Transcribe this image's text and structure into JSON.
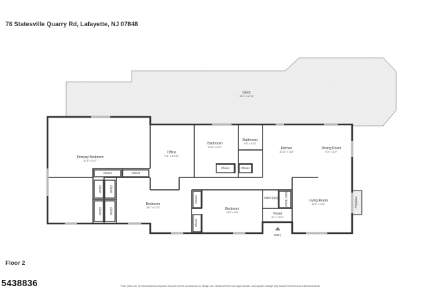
{
  "header": {
    "address": "76 Statesville Quarry Rd, Lafayette, NJ 07848"
  },
  "floor_label": "Floor 2",
  "listing_id": "5438836",
  "disclaimer": "Floor plans are for informational purposes only and not for construction or design use. Measurements are approximate, and square footage may include finished and unfinished areas.",
  "rooms": {
    "deck": {
      "name": "Deck",
      "dims": "76'1\" x 12'11\""
    },
    "primary_bedroom": {
      "name": "Primary Bedroom",
      "dims": "23'6\" x 24'7\""
    },
    "office": {
      "name": "Office",
      "dims": "9'11\" x 14'10\""
    },
    "bathroom_1": {
      "name": "Bathroom",
      "dims": "8'10\" x 11'5\""
    },
    "bathroom_2": {
      "name": "Bathroom",
      "dims": "5'6\" x 8'10\""
    },
    "kitchen": {
      "name": "Kitchen",
      "dims": "10'10\" x 11'5\""
    },
    "dining_room": {
      "name": "Dining Room",
      "dims": "9'3\" x 11'5\""
    },
    "bedroom_1": {
      "name": "Bedroom",
      "dims": "18'1\" x 12'4\""
    },
    "bedroom_2": {
      "name": "Bedroom",
      "dims": "14'2\" x 9'9\""
    },
    "living_room": {
      "name": "Living Room",
      "dims": "15'6\" x 13'3\""
    },
    "foyer": {
      "name": "Foyer",
      "dims": "6'1\" x 3'10\""
    }
  },
  "labels": {
    "closet": "Closet",
    "stairs_up": "Stairs (Up)",
    "stairs_down": "Stairs (Down)",
    "fireplace": "Fireplace",
    "entry": "Entry"
  }
}
